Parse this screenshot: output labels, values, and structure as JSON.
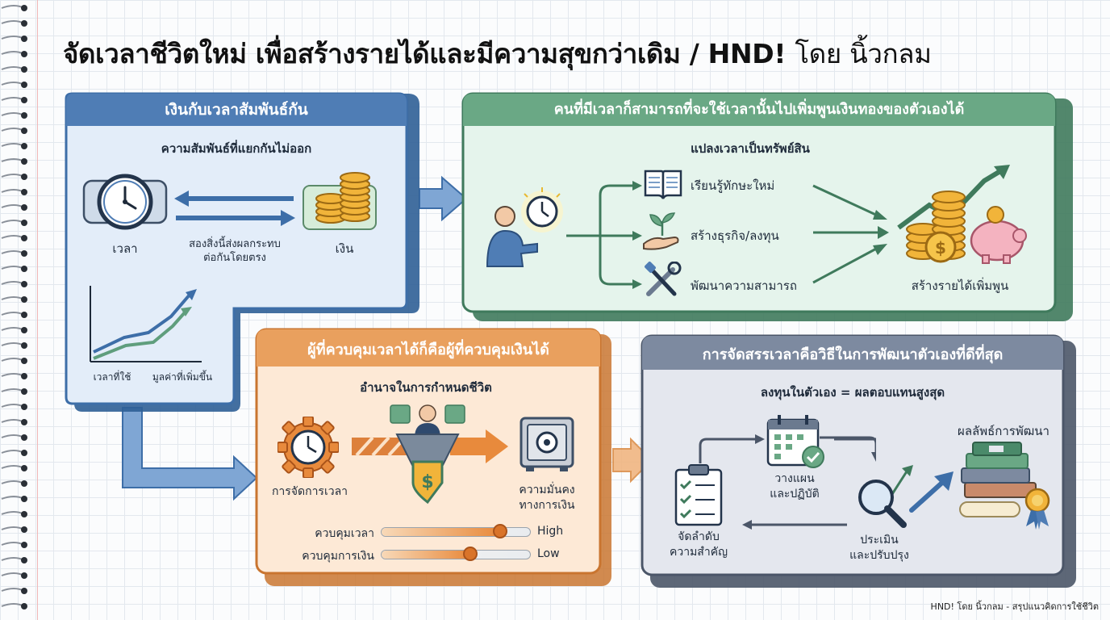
{
  "title": {
    "main": "จัดเวลาชีวิตใหม่ เพื่อสร้างรายได้และมีความสุขกว่าเดิม / HND!",
    "byline": "โดย นิ้วกลม"
  },
  "panel_money_time": {
    "header": "เงินกับเวลาสัมพันธ์กัน",
    "subtitle": "ความสัมพันธ์ที่แยกกันไม่ออก",
    "time_label": "เวลา",
    "money_label": "เงิน",
    "mutual_line1": "สองสิ่งนี้ส่งผลกระทบ",
    "mutual_line2": "ต่อกันโดยตรง",
    "graph_x1": "เวลาที่ใช้",
    "graph_x2": "มูลค่าที่เพิ่มขึ้น"
  },
  "panel_assets": {
    "header": "คนที่มีเวลาก็สามารถที่จะใช้เวลานั้นไปเพิ่มพูนเงินทองของตัวเองได้",
    "subtitle": "แปลงเวลาเป็นทรัพย์สิน",
    "branches": [
      "เรียนรู้ทักษะใหม่",
      "สร้างธุรกิจ/ลงทุน",
      "พัฒนาความสามารถ"
    ],
    "result": "สร้างรายได้เพิ่มพูน"
  },
  "panel_control": {
    "header": "ผู้ที่ควบคุมเวลาได้ก็คือผู้ที่ควบคุมเงินได้",
    "subtitle": "อำนาจในการกำหนดชีวิต",
    "left_label": "การจัดการเวลา",
    "right_line1": "ความมั่นคง",
    "right_line2": "ทางการเงิน",
    "sliders": [
      {
        "label": "ควบคุมเวลา",
        "value": "High",
        "level": 0.8
      },
      {
        "label": "ควบคุมการเงิน",
        "value": "Low",
        "level": 0.6
      }
    ]
  },
  "panel_develop": {
    "header": "การจัดสรรเวลาคือวิธีในการพัฒนาตัวเองที่ดีที่สุด",
    "subtitle": "ลงทุนในตัวเอง = ผลตอบแทนสูงสุด",
    "step1_line1": "จัดลำดับ",
    "step1_line2": "ความสำคัญ",
    "step2_line1": "วางแผน",
    "step2_line2": "และปฏิบัติ",
    "step3_line1": "ประเมิน",
    "step3_line2": "และปรับปรุง",
    "result": "ผลลัพธ์การพัฒนา"
  },
  "colors": {
    "blue": "#4f7db5",
    "blue_bg": "#e3edf9",
    "green": "#5f9e7d",
    "green_bg": "#e5f4ec",
    "orange": "#e09048",
    "orange_bg": "#fde9d6",
    "slate": "#6b7a8f",
    "slate_bg": "#e4e7ee"
  },
  "footer": "HND! โดย นิ้วกลม - สรุปแนวคิดการใช้ชีวิต"
}
